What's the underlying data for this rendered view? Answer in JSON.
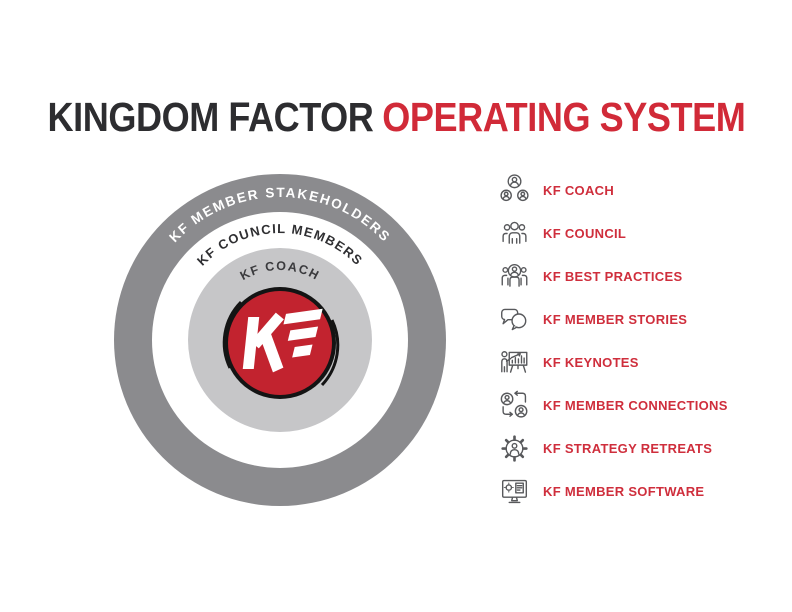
{
  "title": {
    "part1": "KINGDOM FACTOR",
    "part2": "OPERATING SYSTEM"
  },
  "diagram": {
    "rings": [
      {
        "label": "KF MEMBER STAKEHOLDERS",
        "color": "#8b8b8e",
        "text_color": "#ffffff"
      },
      {
        "label": "KF COUNCIL MEMBERS",
        "color": "#ffffff",
        "text_color": "#2f2f32"
      },
      {
        "label": "KF COACH",
        "color": "#c6c6c8",
        "text_color": "#3a3a3d"
      }
    ],
    "center_logo": {
      "text": "KF",
      "background": "#c2232f",
      "swirl_color": "#141414",
      "letter_color": "#ffffff"
    }
  },
  "legend": {
    "items": [
      {
        "icon": "coach-icon",
        "label": "KF COACH"
      },
      {
        "icon": "council-icon",
        "label": "KF COUNCIL"
      },
      {
        "icon": "best-practices-icon",
        "label": "KF BEST PRACTICES"
      },
      {
        "icon": "member-stories-icon",
        "label": "KF MEMBER STORIES"
      },
      {
        "icon": "keynotes-icon",
        "label": "KF KEYNOTES"
      },
      {
        "icon": "member-connections-icon",
        "label": "KF MEMBER CONNECTIONS"
      },
      {
        "icon": "strategy-retreats-icon",
        "label": "KF STRATEGY RETREATS"
      },
      {
        "icon": "member-software-icon",
        "label": "KF MEMBER SOFTWARE"
      }
    ]
  },
  "colors": {
    "title_dark": "#2d2d30",
    "title_red": "#d12a38",
    "label_red": "#cf2e3c",
    "icon_gray": "#58595c",
    "outer_ring_gray": "#8b8b8e",
    "inner_circle_gray": "#c6c6c8",
    "logo_red": "#c2232f"
  }
}
